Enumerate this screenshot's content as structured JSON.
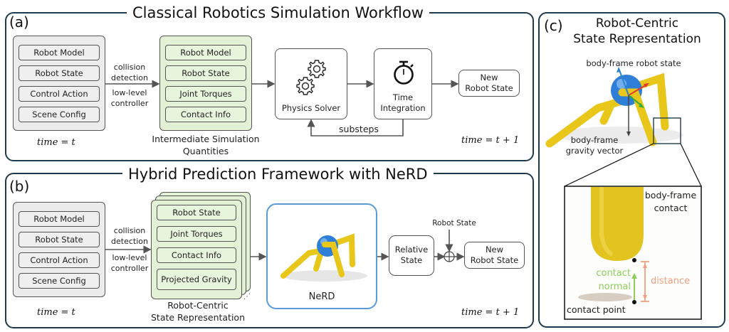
{
  "panel_a": {
    "letter": "(a)",
    "title": "Classical Robotics Simulation Workflow",
    "inputs": [
      "Robot Model",
      "Robot State",
      "Control Action",
      "Scene Config"
    ],
    "arrow_label_top": [
      "collision",
      "detection"
    ],
    "arrow_label_bottom": [
      "low-level",
      "controller"
    ],
    "intermediate": [
      "Robot Model",
      "Robot State",
      "Joint Torques",
      "Contact Info"
    ],
    "intermediate_caption": [
      "Intermediate Simulation",
      "Quantities"
    ],
    "physics_solver": "Physics Solver",
    "time_integration": [
      "Time",
      "Integration"
    ],
    "substeps": "substeps",
    "output": [
      "New",
      "Robot State"
    ],
    "time_start": "time = t",
    "time_end": "time = t + 1"
  },
  "panel_b": {
    "letter": "(b)",
    "title": "Hybrid Prediction Framework with NeRD",
    "inputs": [
      "Robot Model",
      "Robot State",
      "Control Action",
      "Scene Config"
    ],
    "arrow_label_top": [
      "collision",
      "detection"
    ],
    "arrow_label_bottom": [
      "low-level",
      "controller"
    ],
    "representation": [
      "Robot State",
      "Joint Torques",
      "Contact Info",
      "Projected Gravity"
    ],
    "representation_caption": [
      "Robot-Centric",
      "State Representation"
    ],
    "model": "NeRD",
    "relative_state": [
      "Relative",
      "State"
    ],
    "robot_state_in": "Robot State",
    "output": [
      "New",
      "Robot State"
    ],
    "time_start": "time = t",
    "time_end": "time = t + 1"
  },
  "panel_c": {
    "letter": "(c)",
    "title": [
      "Robot-Centric",
      "State Representation"
    ],
    "body_frame_state": "body-frame robot state",
    "gravity": [
      "body-frame",
      "gravity vector"
    ],
    "contact": [
      "body-frame",
      "contact"
    ],
    "contact_normal": [
      "contact",
      "normal"
    ],
    "distance": "distance",
    "contact_point": "contact point"
  },
  "colors": {
    "panel_border": "#1f3a4a",
    "gray_fill": "#ececec",
    "green_fill": "#e3f2d6",
    "nerd_border": "#5b9bd5",
    "robot_yellow": "#e8c61a",
    "robot_blue": "#2f7fd8",
    "axis_red": "#e23a2a",
    "axis_green": "#2fae3a",
    "axis_blue": "#2a86c8",
    "normal_green": "#8dcf5a",
    "distance_orange": "#f0a080"
  }
}
